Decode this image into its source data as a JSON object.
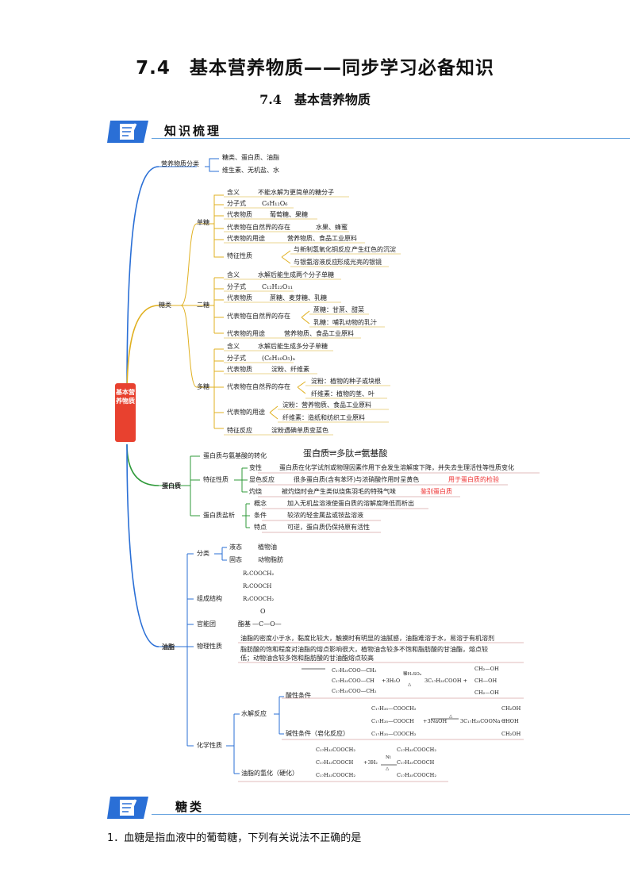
{
  "title": "7.4　基本营养物质——同步学习必备知识",
  "subtitle": "7.4　基本营养物质",
  "section1": "知识梳理",
  "section2": "糖类",
  "root": "基本营养物质",
  "n": {
    "cls": "营养物质分类",
    "cls1": "糖类、蛋白质、油脂",
    "cls2": "维生素、无机盐、水",
    "mono": "单糖",
    "di": "二糖",
    "poly": "多糖",
    "sugar": "糖类",
    "m1k": "含义",
    "m1v": "不能水解为更简单的糖分子",
    "m2k": "分子式",
    "m2v": "C₆H₁₂O₆",
    "m3k": "代表物质",
    "m3v": "葡萄糖、果糖",
    "m4k": "代表物在自然界的存在",
    "m4v": "水果、蜂蜜",
    "m5k": "代表物的用途",
    "m5v": "营养物质、食品工业原料",
    "m6k": "特征性质",
    "m6a": "与新制氢氧化铜反应",
    "m6av": "产生红色的沉淀",
    "m6b": "与银氨溶液反应",
    "m6bv": "形成光亮的银镜",
    "d1k": "含义",
    "d1v": "水解后能生成两个分子单糖",
    "d2k": "分子式",
    "d2v": "C₁₂H₂₂O₁₁",
    "d3k": "代表物质",
    "d3v": "蔗糖、麦芽糖、乳糖",
    "d4k": "代表物在自然界的存在",
    "d4a": "蔗糖：甘蔗、甜菜",
    "d4b": "乳糖：哺乳动物的乳汁",
    "d5k": "代表物的用途",
    "d5v": "营养物质、食品工业原料",
    "p1k": "含义",
    "p1v": "水解后能生成多分子单糖",
    "p2k": "分子式",
    "p2v": "(C₆H₁₀O₅)ₙ",
    "p3k": "代表物质",
    "p3v": "淀粉、纤维素",
    "p4k": "代表物在自然界的存在",
    "p4a": "淀粉：植物的种子或块根",
    "p4b": "纤维素：植物的茎、叶",
    "p5k": "代表物的用途",
    "p5a": "淀粉：营养物质、食品工业原料",
    "p5b": "纤维素：造纸和纺织工业原料",
    "p6k": "特征反应",
    "p6v": "淀粉遇碘单质变蓝色",
    "prot": "蛋白质",
    "pr1": "蛋白质与氨基酸的转化",
    "pr1v": "蛋白质⇌多肽⇌氨基酸",
    "pr2": "特征性质",
    "pr2a": "变性",
    "pr2av": "蛋白质在化学试剂或物理因素作用下会发生溶解度下降，并失去生理活性等性质变化",
    "pr2b": "显色反应",
    "pr2bv": "很多蛋白质(含有苯环)与浓硝酸作用时呈黄色",
    "pr2bn": "用于蛋白质的检验",
    "pr2c": "灼烧",
    "pr2cv": "被灼烧时会产生类似烧焦羽毛的特殊气味",
    "pr2cn": "鉴别蛋白质",
    "pr3": "蛋白质盐析",
    "pr3a": "概念",
    "pr3av": "加入无机盐溶液使蛋白质的溶解度降低而析出",
    "pr3b": "条件",
    "pr3bv": "较浓的轻金属盐或铵盐溶液",
    "pr3c": "特点",
    "pr3cv": "可逆，蛋白质仍保持原有活性",
    "fat": "油脂",
    "f1": "分类",
    "f1a": "液态",
    "f1av": "植物油",
    "f1b": "固态",
    "f1bv": "动物脂肪",
    "f2": "组成结构",
    "f2a": "R₁COOCH₂",
    "f2b": "R₂COOCH",
    "f2c": "R₃COOCH₂",
    "f3": "官能团",
    "f3a": "酯基",
    "f3b": "O",
    "f3c": "—C—O—",
    "f4": "物理性质",
    "f4a": "油脂的密度小于水，黏度比较大，触摸时有明显的油腻感，油脂难溶于水，易溶于有机溶剂",
    "f4b": "脂肪酸的饱和程度对油脂的熔点影响很大，植物油含较多不饱和脂肪酸的甘油酯，熔点较",
    "f4c": "低；动物油含较多饱和脂肪酸的甘油酯熔点较高",
    "f5": "化学性质",
    "f5a": "水解反应",
    "f5b": "酸性条件",
    "f5c": "碱性条件（皂化反应）",
    "f5d": "油脂的氢化（硬化）",
    "e1a": "C₁₇H₃₅COO—CH₂",
    "e1b": "C₁₇H₃₅COO—CH",
    "e1c": "C₁₇H₃₅COO—CH₂",
    "e1m": "+3H₂O",
    "e1k": "稀H₂SO₄",
    "e1d": "△",
    "e1p": "3C₁₇H₃₅COOH +",
    "e1r1": "CH₂—OH",
    "e1r2": "CH—OH",
    "e1r3": "CH₂—OH",
    "e2a": "C₁₇H₃₅—COOCH₂",
    "e2b": "C₁₇H₃₅—COOCH",
    "e2c": "C₁₇H₃₅—COOCH₂",
    "e2m": "+3NaOH",
    "e2d": "△",
    "e2p": "3C₁₇H₃₅COONa +",
    "e2r1": "CH₂OH",
    "e2r2": "CHOH",
    "e2r3": "CH₂OH",
    "e3a": "C₁₇H₃₃COOCH₂",
    "e3b": "C₁₇H₃₃COOCH",
    "e3c": "C₁₇H₃₃COOCH₂",
    "e3m": "+3H₂",
    "e3k": "Ni",
    "e3d": "△",
    "e3r1": "C₁₇H₃₅COOCH₂",
    "e3r2": "C₁₇H₃₅COOCH",
    "e3r3": "C₁₇H₃₅COOCH₂"
  },
  "question": "1．血糖是指血液中的葡萄糖，下列有关说法不正确的是",
  "colors": {
    "blue": "#2a6fd6",
    "gold": "#e0b020",
    "green": "#2f9a3a",
    "red": "#e8412f"
  }
}
